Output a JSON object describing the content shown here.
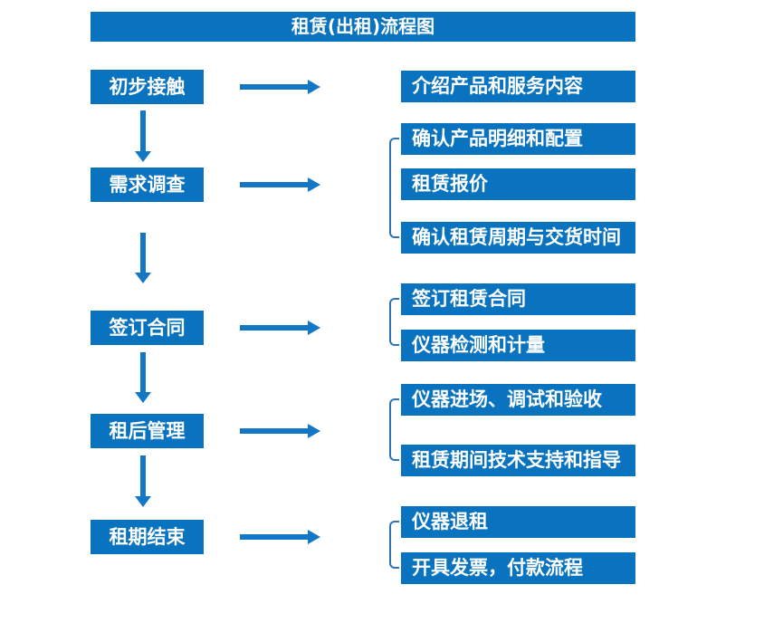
{
  "title": {
    "label": "租赁(出租)流程图"
  },
  "colors": {
    "box": "#0A73BF",
    "arrow": "#1277C5",
    "bracket": "#2E74B5",
    "text": "#FFFFFF",
    "bg": "#FFFFFF"
  },
  "steps": [
    {
      "label": "初步接触",
      "details": [
        "介绍产品和服务内容"
      ]
    },
    {
      "label": "需求调查",
      "details": [
        "确认产品明细和配置",
        "租赁报价",
        "确认租赁周期与交货时间"
      ]
    },
    {
      "label": "签订合同",
      "details": [
        "签订租赁合同",
        "仪器检测和计量"
      ]
    },
    {
      "label": "租后管理",
      "details": [
        "仪器进场、调试和验收",
        "租赁期间技术支持和指导"
      ]
    },
    {
      "label": "租期结束",
      "details": [
        "仪器退租",
        "开具发票，付款流程"
      ]
    }
  ]
}
